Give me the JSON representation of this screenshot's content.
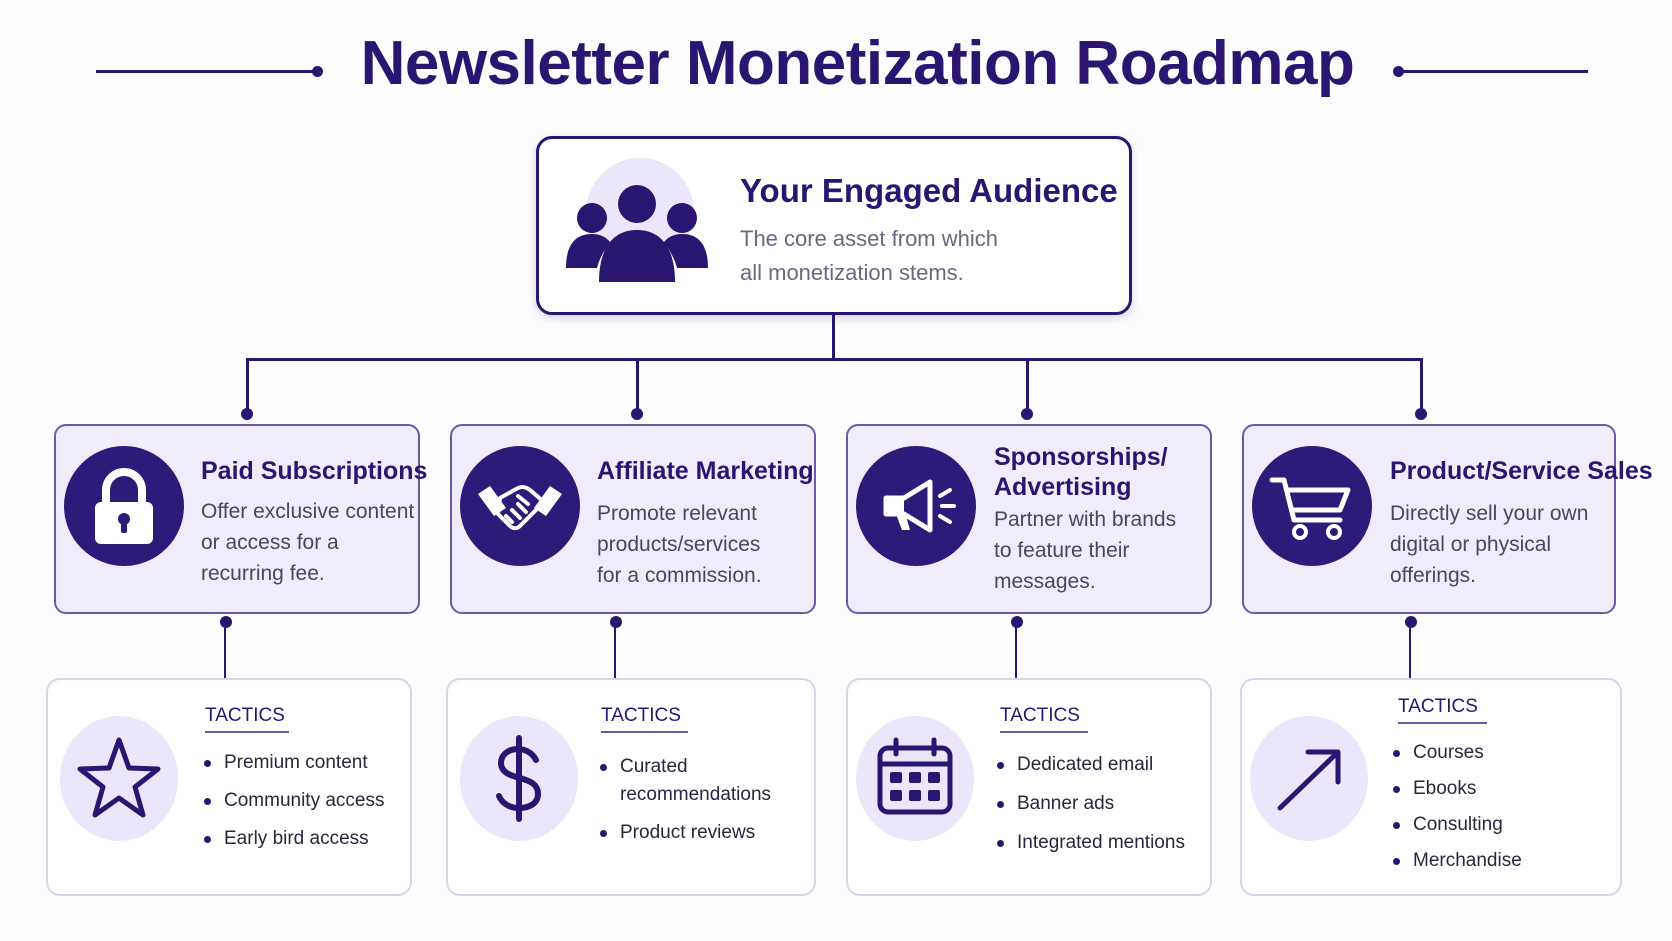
{
  "title": "Newsletter Monetization Roadmap",
  "colors": {
    "primary": "#2a1670",
    "category_bg": "#f1ecfb",
    "halo": "#ece6fa",
    "border": "#6a5aa8"
  },
  "root": {
    "icon": "audience-group-icon",
    "title": "Your Engaged Audience",
    "desc_line1": "The core asset from which",
    "desc_line2": "all monetization stems."
  },
  "categories": [
    {
      "icon": "lock-icon",
      "title": "Paid Subscriptions",
      "desc": [
        "Offer exclusive content",
        "or access for a",
        "recurring fee."
      ],
      "tactics_icon": "star-icon",
      "tactics_label": "TACTICS",
      "tactics": [
        "Premium content",
        "Community access",
        "Early bird access"
      ]
    },
    {
      "icon": "handshake-icon",
      "title": "Affiliate Marketing",
      "desc": [
        "Promote relevant",
        "products/services",
        "for a commission."
      ],
      "tactics_icon": "dollar-icon",
      "tactics_label": "TACTICS",
      "tactics": [
        "Curated",
        "recommendations",
        "Product reviews"
      ]
    },
    {
      "icon": "megaphone-icon",
      "title_line1": "Sponsorships/",
      "title_line2": "Advertising",
      "desc": [
        "Partner with brands",
        "to feature their",
        "messages."
      ],
      "tactics_icon": "calendar-icon",
      "tactics_label": "TACTICS",
      "tactics": [
        "Dedicated email",
        "Banner ads",
        "Integrated mentions"
      ]
    },
    {
      "icon": "shopping-cart-icon",
      "title": "Product/Service Sales",
      "desc": [
        "Directly sell your own",
        "digital or physical",
        "offerings."
      ],
      "tactics_icon": "arrow-up-right-icon",
      "tactics_label": "TACTICS",
      "tactics": [
        "Courses",
        "Ebooks",
        "Consulting",
        "Merchandise"
      ]
    }
  ]
}
